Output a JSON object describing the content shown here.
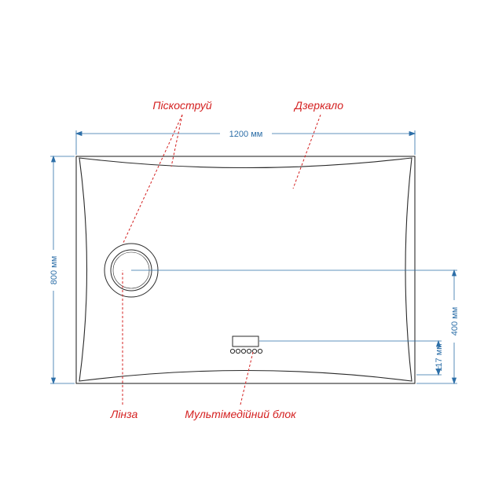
{
  "dimensions": {
    "width": "1200 мм",
    "height": "800 мм",
    "lens_height": "400 мм",
    "block_height": "117 мм"
  },
  "callouts": {
    "sandblast": "Піскоструй",
    "mirror": "Дзеркало",
    "lens": "Лінза",
    "multimedia": "Мультімедійний блок"
  },
  "colors": {
    "outline": "#2a2a2a",
    "dimension": "#2d6fa8",
    "callout": "#d42020"
  }
}
